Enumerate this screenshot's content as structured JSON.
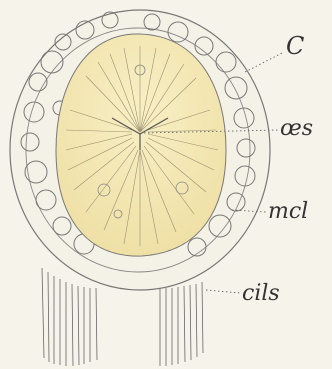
{
  "labels": {
    "c": "C",
    "oes": "œs",
    "mcl": "mcl",
    "cils": "cils"
  },
  "colors": {
    "paper": "#f6f3ea",
    "ink": "#555555",
    "core_fill": "#f2e7b4",
    "core_highlight": "#f8efc4"
  }
}
